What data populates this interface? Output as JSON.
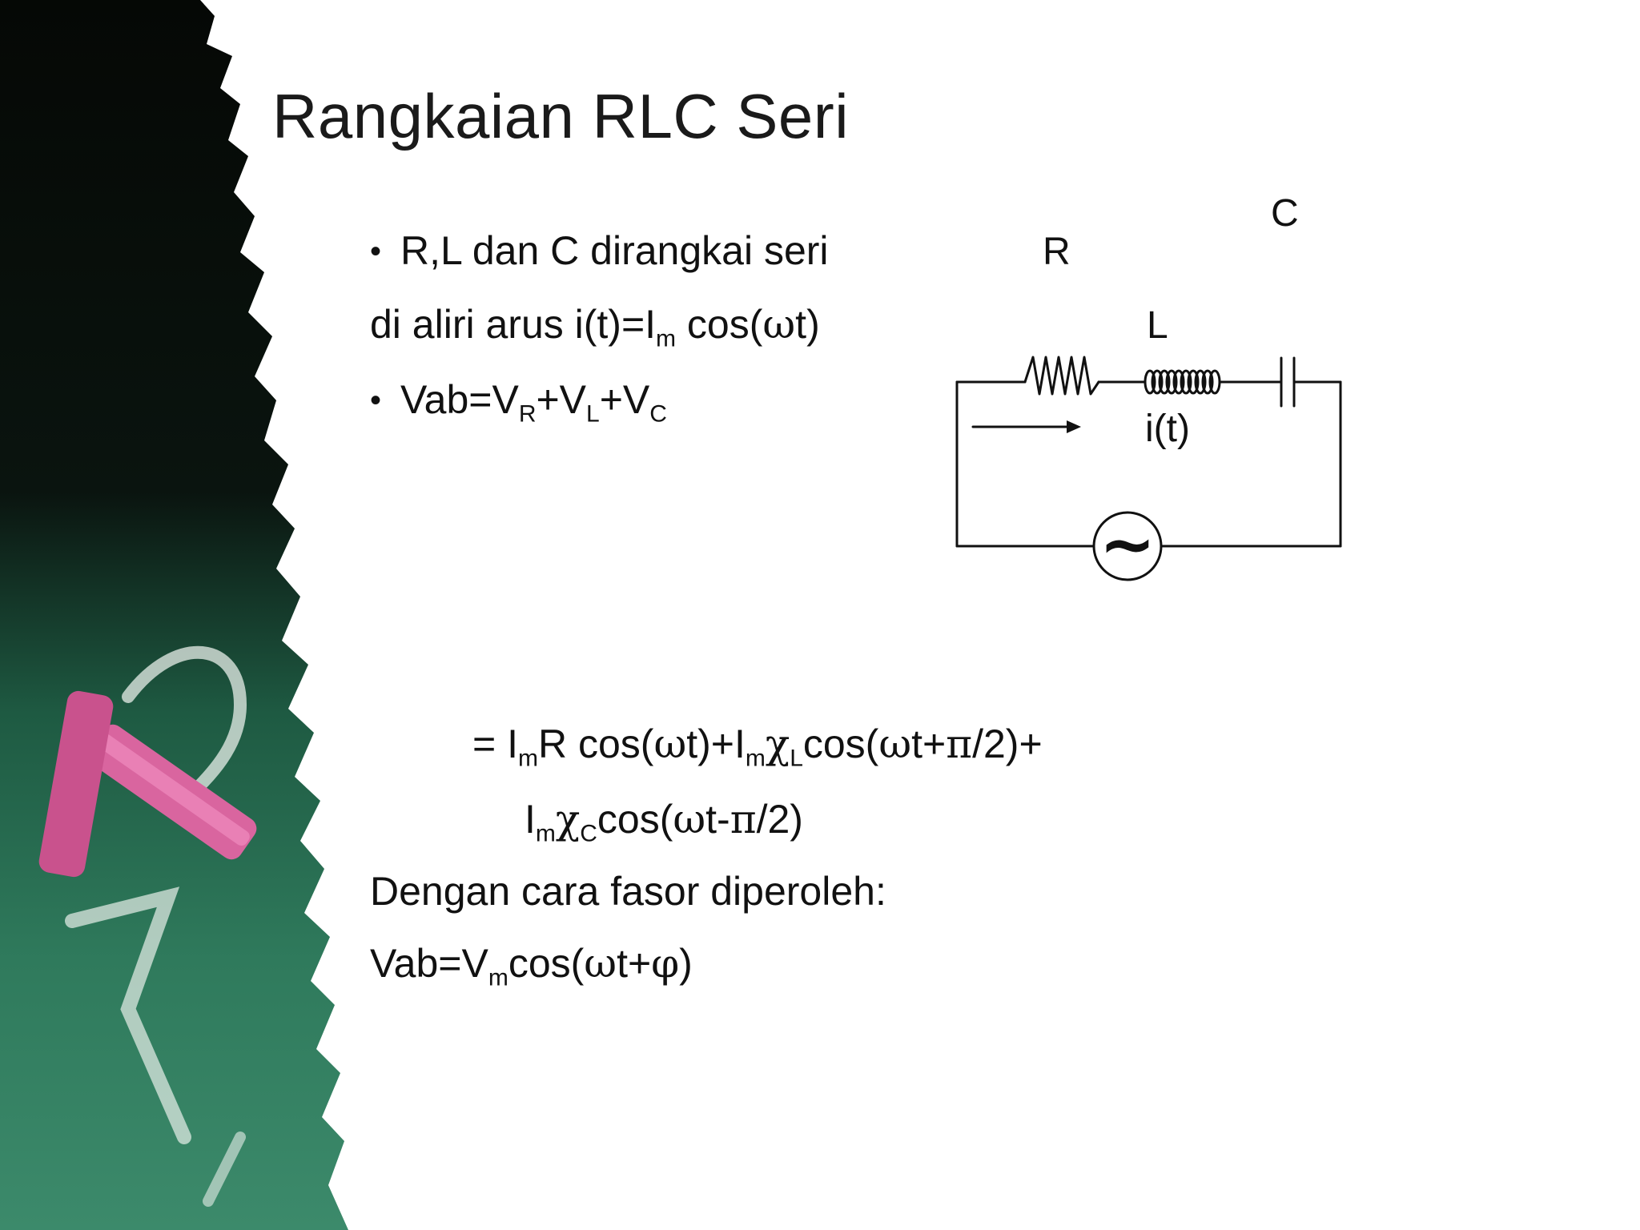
{
  "slide": {
    "title": "Rangkaian RLC Seri",
    "bullets": [
      "R,L dan C dirangkai seri",
      "Vab=V",
      "+V",
      "+V"
    ],
    "line2": {
      "prefix": "di aliri arus i(t)=I",
      "sub_m": "m",
      "mid": " cos(",
      "omega": "ω",
      "end": "t)"
    },
    "vab_subs": [
      "R",
      "L",
      "C"
    ],
    "eq1": {
      "p1": "= I",
      "s1": "m",
      "p2": "R cos(",
      "w1": "ω",
      "p3": "t)+I",
      "s2": "m",
      "chi1": "χ",
      "s3": "L",
      "p4": "cos(",
      "w2": "ω",
      "p5": "t+",
      "pi1": "π",
      "p6": "/2)+"
    },
    "eq2": {
      "p1": "I",
      "s1": "m",
      "chi": "χ",
      "s2": "C",
      "p2": "cos(",
      "w": "ω",
      "p3": "t-",
      "pi": "π",
      "p4": "/2)"
    },
    "line_fasor": "Dengan cara fasor diperoleh:",
    "eq3": {
      "p1": "Vab=V",
      "s1": "m",
      "p2": "cos(",
      "w": "ω",
      "p3": "t+",
      "phi": "φ",
      "p4": ")"
    }
  },
  "circuit": {
    "label_R": "R",
    "label_L": "L",
    "label_C": "C",
    "label_current": "i(t)",
    "source_symbol": "~"
  },
  "colors": {
    "chalkboard_green": "#2f7a5c",
    "chalk_pink": "#d9659f",
    "chalk_white": "#e8efe9",
    "dark_edge": "#050805"
  }
}
